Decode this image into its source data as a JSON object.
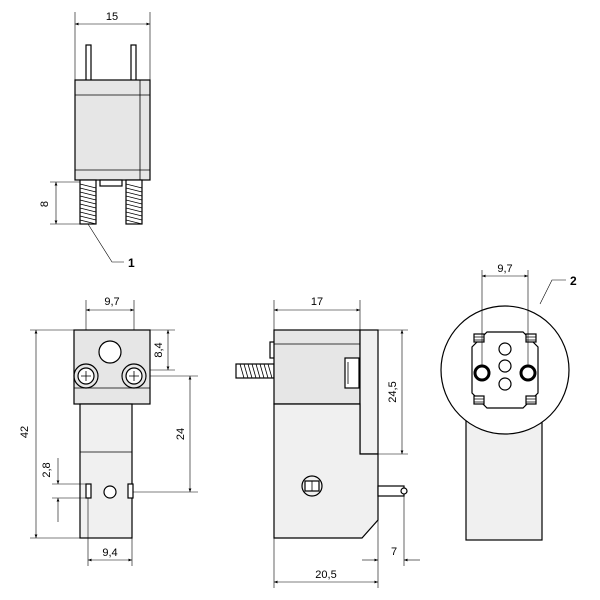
{
  "dimensions": {
    "top_width": "15",
    "top_thread_length": "8",
    "front_width_top": "9,7",
    "front_height_total": "42",
    "front_upper_block": "8,4",
    "front_hole_spacing": "24",
    "front_small": "2,8",
    "front_width_bottom": "9,4",
    "side_width_top": "17",
    "side_height": "24,5",
    "side_width_total": "20,5",
    "side_pin": "7",
    "detail_width": "9,7"
  },
  "callouts": {
    "thread_label": "1",
    "detail_label": "2"
  }
}
